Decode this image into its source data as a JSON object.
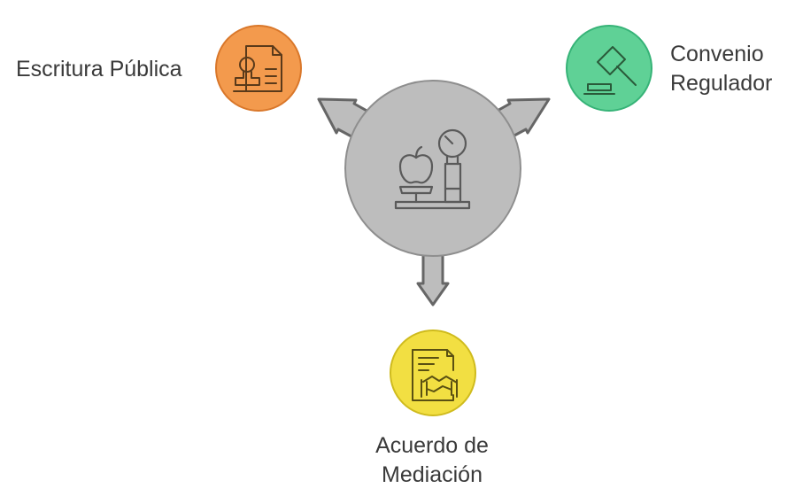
{
  "center": {
    "icon": "scale-icon",
    "fill": "#bdbdbd",
    "stroke": "#8e8e8e"
  },
  "options": [
    {
      "key": "escritura",
      "label_lines": [
        "Escritura Pública"
      ],
      "icon": "notary-stamp-document-icon",
      "fill": "#f39a4d",
      "stroke": "#d9772a"
    },
    {
      "key": "convenio",
      "label_lines": [
        "Convenio",
        "Regulador"
      ],
      "icon": "gavel-icon",
      "fill": "#5fd196",
      "stroke": "#36b377"
    },
    {
      "key": "acuerdo",
      "label_lines": [
        "Acuerdo de",
        "Mediación"
      ],
      "icon": "handshake-contract-icon",
      "fill": "#f2df42",
      "stroke": "#cfbb1d"
    }
  ]
}
